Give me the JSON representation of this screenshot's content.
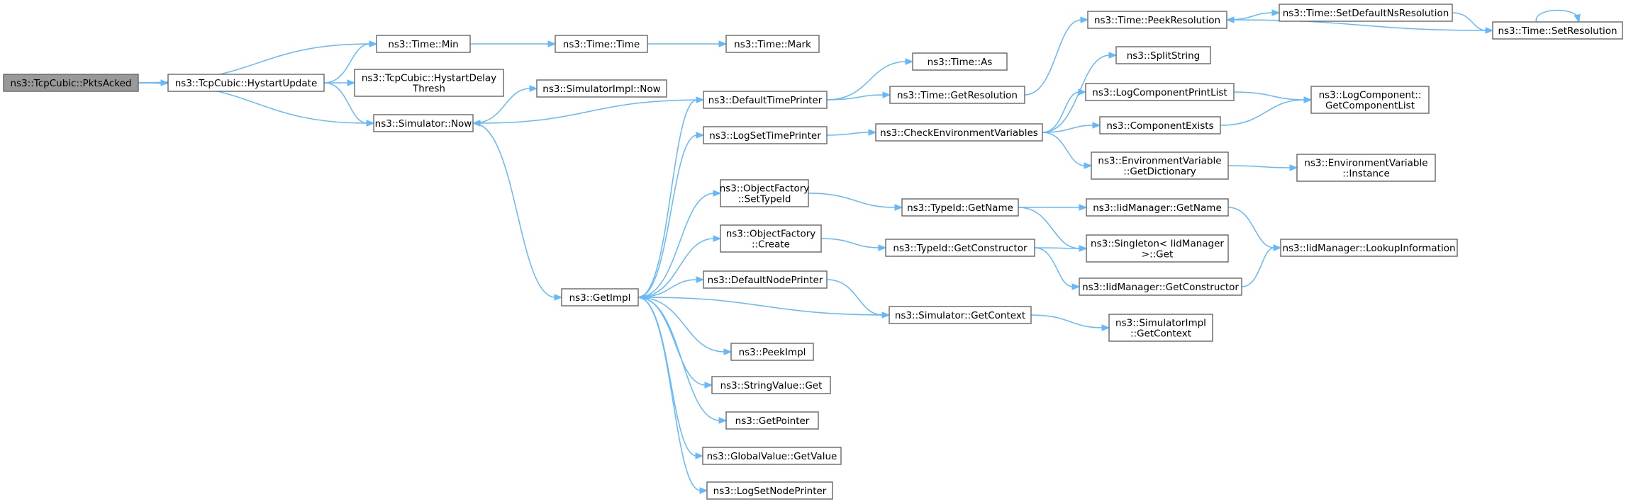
{
  "graph": {
    "nodes": [
      {
        "id": "pktsacked",
        "lines": [
          "ns3::TcpCubic::PktsAcked"
        ],
        "root": true
      },
      {
        "id": "hystartupdate",
        "lines": [
          "ns3::TcpCubic::HystartUpdate"
        ]
      },
      {
        "id": "hystartdelaythresh",
        "lines": [
          "ns3::TcpCubic::HystartDelay",
          "Thresh"
        ]
      },
      {
        "id": "timemin",
        "lines": [
          "ns3::Time::Min"
        ]
      },
      {
        "id": "timetime",
        "lines": [
          "ns3::Time::Time"
        ]
      },
      {
        "id": "timemark",
        "lines": [
          "ns3::Time::Mark"
        ]
      },
      {
        "id": "simulatornow",
        "lines": [
          "ns3::Simulator::Now"
        ]
      },
      {
        "id": "simimplnow",
        "lines": [
          "ns3::SimulatorImpl::Now"
        ]
      },
      {
        "id": "getimpl",
        "lines": [
          "ns3::GetImpl"
        ]
      },
      {
        "id": "defaulttimeprinter",
        "lines": [
          "ns3::DefaultTimePrinter"
        ]
      },
      {
        "id": "logsettimeprinter",
        "lines": [
          "ns3::LogSetTimePrinter"
        ]
      },
      {
        "id": "ofsettypeid",
        "lines": [
          "ns3::ObjectFactory",
          "::SetTypeId"
        ]
      },
      {
        "id": "ofcreate",
        "lines": [
          "ns3::ObjectFactory",
          "::Create"
        ]
      },
      {
        "id": "defaultnodeprinter",
        "lines": [
          "ns3::DefaultNodePrinter"
        ]
      },
      {
        "id": "peekimpl",
        "lines": [
          "ns3::PeekImpl"
        ]
      },
      {
        "id": "stringvalueget",
        "lines": [
          "ns3::StringValue::Get"
        ]
      },
      {
        "id": "getpointer",
        "lines": [
          "ns3::GetPointer"
        ]
      },
      {
        "id": "globalvaluegetvalue",
        "lines": [
          "ns3::GlobalValue::GetValue"
        ]
      },
      {
        "id": "logsetnodeprinter",
        "lines": [
          "ns3::LogSetNodePrinter"
        ]
      },
      {
        "id": "timeas",
        "lines": [
          "ns3::Time::As"
        ]
      },
      {
        "id": "timegetresolution",
        "lines": [
          "ns3::Time::GetResolution"
        ]
      },
      {
        "id": "checkenvvars",
        "lines": [
          "ns3::CheckEnvironmentVariables"
        ]
      },
      {
        "id": "typeidgetname",
        "lines": [
          "ns3::TypeId::GetName"
        ]
      },
      {
        "id": "typeidgetconstructor",
        "lines": [
          "ns3::TypeId::GetConstructor"
        ]
      },
      {
        "id": "simgetcontext",
        "lines": [
          "ns3::Simulator::GetContext"
        ]
      },
      {
        "id": "timepeekresolution",
        "lines": [
          "ns3::Time::PeekResolution"
        ]
      },
      {
        "id": "splitstring",
        "lines": [
          "ns3::SplitString"
        ]
      },
      {
        "id": "logcomponentprintlist",
        "lines": [
          "ns3::LogComponentPrintList"
        ]
      },
      {
        "id": "componentexists",
        "lines": [
          "ns3::ComponentExists"
        ]
      },
      {
        "id": "envvargetdictionary",
        "lines": [
          "ns3::EnvironmentVariable",
          "::GetDictionary"
        ]
      },
      {
        "id": "iidgetname",
        "lines": [
          "ns3::IidManager::GetName"
        ]
      },
      {
        "id": "singletonget",
        "lines": [
          "ns3::Singleton< IidManager",
          " >::Get"
        ]
      },
      {
        "id": "iidgetconstructor",
        "lines": [
          "ns3::IidManager::GetConstructor"
        ]
      },
      {
        "id": "simimplgetcontext",
        "lines": [
          "ns3::SimulatorImpl",
          "::GetContext"
        ]
      },
      {
        "id": "timesetdefaultns",
        "lines": [
          "ns3::Time::SetDefaultNsResolution"
        ]
      },
      {
        "id": "timesetresolution",
        "lines": [
          "ns3::Time::SetResolution"
        ]
      },
      {
        "id": "logcompgetlist",
        "lines": [
          "ns3::LogComponent::",
          "GetComponentList"
        ]
      },
      {
        "id": "envvarinstance",
        "lines": [
          "ns3::EnvironmentVariable",
          "::Instance"
        ]
      },
      {
        "id": "iidlookup",
        "lines": [
          "ns3::IidManager::LookupInformation"
        ]
      }
    ],
    "edges": [
      [
        "pktsacked",
        "hystartupdate"
      ],
      [
        "pktsacked",
        "timemin"
      ],
      [
        "pktsacked",
        "simulatornow"
      ],
      [
        "hystartupdate",
        "hystartdelaythresh"
      ],
      [
        "hystartupdate",
        "timemin"
      ],
      [
        "hystartupdate",
        "simulatornow"
      ],
      [
        "timemin",
        "timetime"
      ],
      [
        "timetime",
        "timemark"
      ],
      [
        "simulatornow",
        "simimplnow"
      ],
      [
        "simulatornow",
        "getimpl"
      ],
      [
        "defaulttimeprinter",
        "simulatornow"
      ],
      [
        "defaulttimeprinter",
        "timeas"
      ],
      [
        "defaulttimeprinter",
        "timegetresolution"
      ],
      [
        "getimpl",
        "defaulttimeprinter"
      ],
      [
        "getimpl",
        "logsettimeprinter"
      ],
      [
        "getimpl",
        "ofsettypeid"
      ],
      [
        "getimpl",
        "ofcreate"
      ],
      [
        "getimpl",
        "defaultnodeprinter"
      ],
      [
        "getimpl",
        "peekimpl"
      ],
      [
        "getimpl",
        "stringvalueget"
      ],
      [
        "getimpl",
        "getpointer"
      ],
      [
        "getimpl",
        "globalvaluegetvalue"
      ],
      [
        "getimpl",
        "logsetnodeprinter"
      ],
      [
        "simgetcontext",
        "getimpl"
      ],
      [
        "timegetresolution",
        "timepeekresolution"
      ],
      [
        "logsettimeprinter",
        "checkenvvars"
      ],
      [
        "checkenvvars",
        "splitstring"
      ],
      [
        "checkenvvars",
        "logcomponentprintlist"
      ],
      [
        "checkenvvars",
        "componentexists"
      ],
      [
        "checkenvvars",
        "envvargetdictionary"
      ],
      [
        "ofsettypeid",
        "typeidgetname"
      ],
      [
        "ofcreate",
        "typeidgetconstructor"
      ],
      [
        "defaultnodeprinter",
        "simgetcontext"
      ],
      [
        "typeidgetname",
        "iidgetname"
      ],
      [
        "typeidgetname",
        "singletonget"
      ],
      [
        "typeidgetconstructor",
        "singletonget"
      ],
      [
        "typeidgetconstructor",
        "iidgetconstructor"
      ],
      [
        "simgetcontext",
        "simimplgetcontext"
      ],
      [
        "timepeekresolution",
        "timesetdefaultns"
      ],
      [
        "timesetdefaultns",
        "timesetresolution"
      ],
      [
        "timesetresolution",
        "timepeekresolution"
      ],
      [
        "timesetresolution",
        "timesetresolution"
      ],
      [
        "logcomponentprintlist",
        "logcompgetlist"
      ],
      [
        "componentexists",
        "logcompgetlist"
      ],
      [
        "envvargetdictionary",
        "envvarinstance"
      ],
      [
        "iidgetname",
        "iidlookup"
      ],
      [
        "iidgetconstructor",
        "iidlookup"
      ]
    ]
  }
}
